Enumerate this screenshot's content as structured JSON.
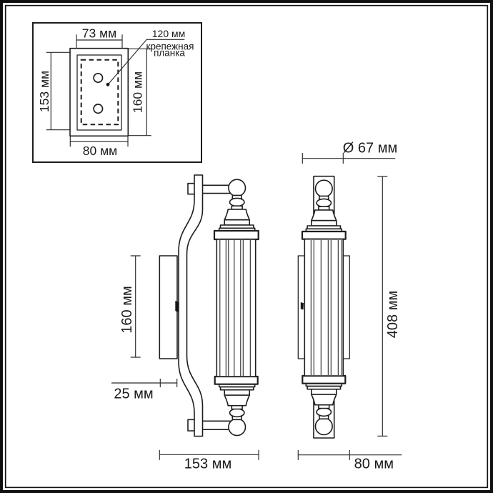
{
  "inset": {
    "dim_top": "73 мм",
    "dim_left": "153 мм",
    "dim_right": "160 мм",
    "dim_bottom": "80 мм",
    "leader_value": "120 мм",
    "leader_note_line1": "крепежная",
    "leader_note_line2": "планка"
  },
  "dimensions": {
    "shade_diameter": "Ø 67 мм",
    "total_height": "408 мм",
    "backplate_height": "160 мм",
    "backplate_depth": "25 мм",
    "side_projection": "153 мм",
    "front_width": "80 мм"
  },
  "colors": {
    "line": "#1d1d1d",
    "dimension": "#2a2a2a",
    "background": "#ffffff",
    "frame": "#101010"
  }
}
